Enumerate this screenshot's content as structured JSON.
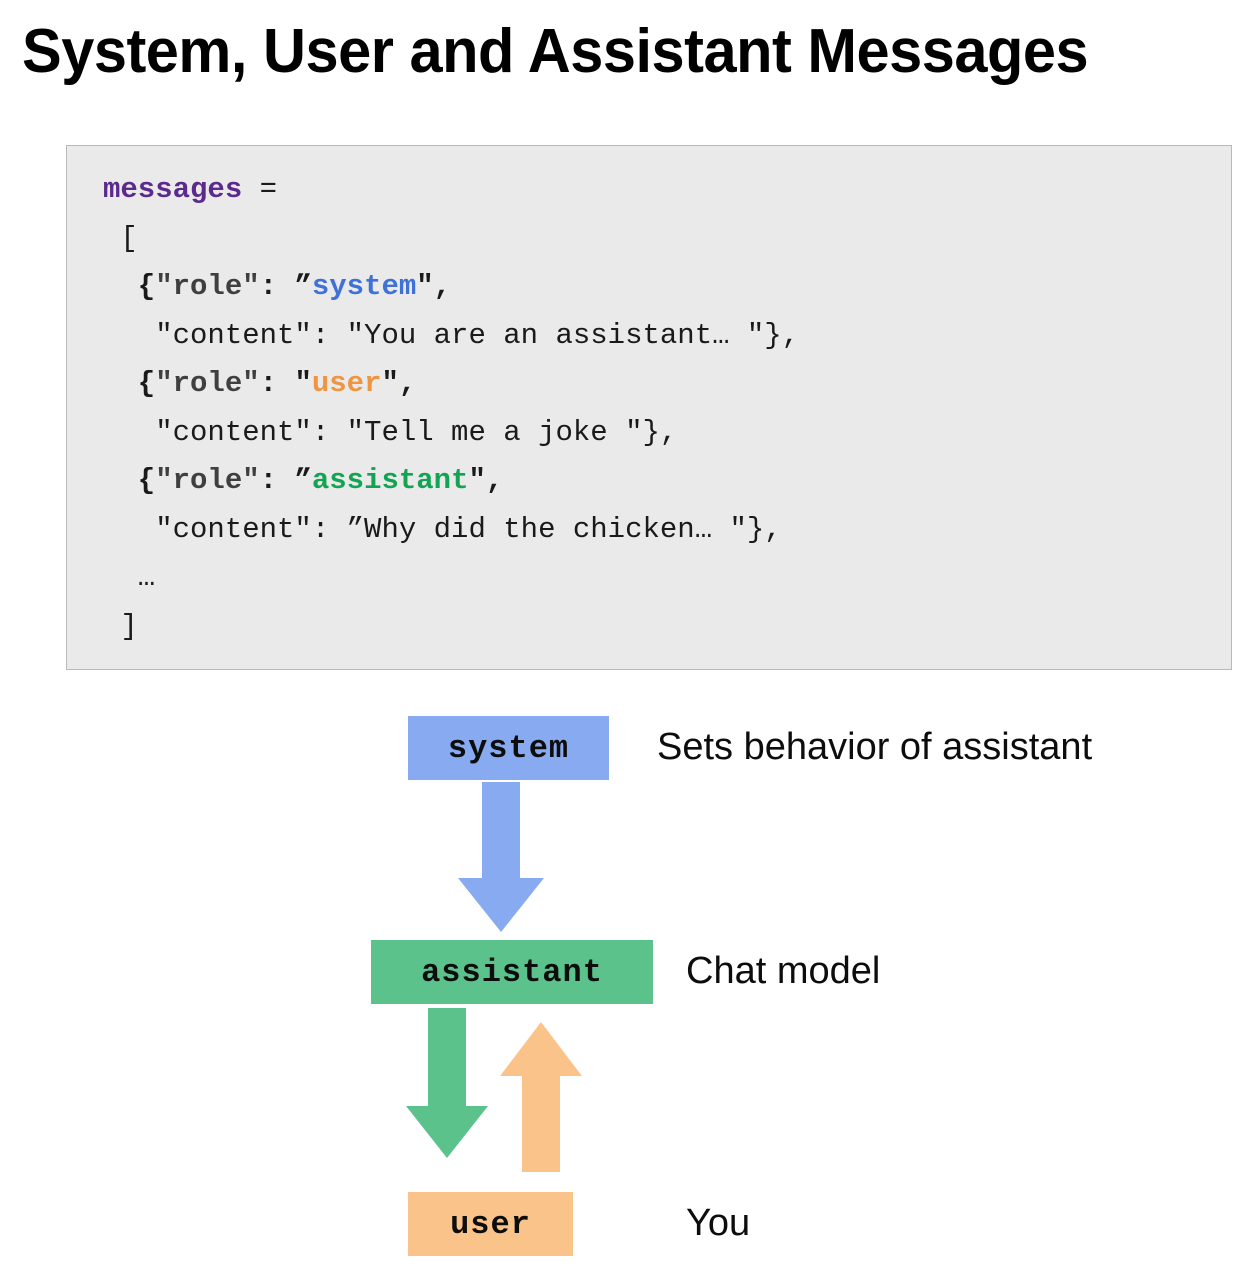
{
  "page": {
    "title": "System, User and Assistant Messages",
    "background": "#ffffff"
  },
  "colors": {
    "system": "#88aaf0",
    "assistant": "#5cc28c",
    "user": "#fac389",
    "system_text": "#3f72d6",
    "assistant_text": "#12a452",
    "user_text": "#ef9440",
    "variable_text": "#5b2a8c",
    "code_background": "#eaeaea",
    "code_border": "#b9b9b9"
  },
  "code_block": {
    "language": "python",
    "lines": [
      {
        "id": "line-1",
        "tokens": [
          {
            "text": "messages",
            "style": "var"
          },
          {
            "text": " =",
            "style": "plain"
          }
        ]
      },
      {
        "id": "line-2",
        "tokens": [
          {
            "text": " [",
            "style": "plain"
          }
        ]
      },
      {
        "id": "line-3",
        "tokens": [
          {
            "text": "  {",
            "style": "punct"
          },
          {
            "text": "\"role\"",
            "style": "key"
          },
          {
            "text": ": ",
            "style": "punct"
          },
          {
            "text": "”",
            "style": "punct"
          },
          {
            "text": "system",
            "style": "sys"
          },
          {
            "text": "\",",
            "style": "punct"
          }
        ]
      },
      {
        "id": "line-4",
        "tokens": [
          {
            "text": "   \"content\": \"You are an assistant… \"},",
            "style": "plain"
          }
        ]
      },
      {
        "id": "line-5",
        "tokens": [
          {
            "text": "  {",
            "style": "punct"
          },
          {
            "text": "\"role\"",
            "style": "key"
          },
          {
            "text": ": ",
            "style": "punct"
          },
          {
            "text": "\"",
            "style": "punct"
          },
          {
            "text": "user",
            "style": "usr"
          },
          {
            "text": "\",",
            "style": "punct"
          }
        ]
      },
      {
        "id": "line-6",
        "tokens": [
          {
            "text": "   \"content\": \"Tell me a joke \"},",
            "style": "plain"
          }
        ]
      },
      {
        "id": "line-7",
        "tokens": [
          {
            "text": "  {",
            "style": "punct"
          },
          {
            "text": "\"role\"",
            "style": "key"
          },
          {
            "text": ": ",
            "style": "punct"
          },
          {
            "text": "”",
            "style": "punct"
          },
          {
            "text": "assistant",
            "style": "asn"
          },
          {
            "text": "\",",
            "style": "punct"
          }
        ]
      },
      {
        "id": "line-8",
        "tokens": [
          {
            "text": "   \"content\": ”Why did the chicken… \"},",
            "style": "plain"
          }
        ]
      },
      {
        "id": "line-9",
        "tokens": [
          {
            "text": "  …",
            "style": "plain"
          }
        ]
      },
      {
        "id": "line-10",
        "tokens": [
          {
            "text": " ]",
            "style": "plain"
          }
        ]
      }
    ]
  },
  "diagram": {
    "nodes": [
      {
        "id": "system",
        "label": "system",
        "description": "Sets behavior of assistant"
      },
      {
        "id": "assistant",
        "label": "assistant",
        "description": "Chat model"
      },
      {
        "id": "user",
        "label": "user",
        "description": "You"
      }
    ],
    "arrows": [
      {
        "id": "arrow-system-to-assistant",
        "from": "system",
        "to": "assistant",
        "direction": "down",
        "color": "#88aaf0"
      },
      {
        "id": "arrow-assistant-to-user",
        "from": "assistant",
        "to": "user",
        "direction": "down",
        "color": "#5cc28c"
      },
      {
        "id": "arrow-user-to-assistant",
        "from": "user",
        "to": "assistant",
        "direction": "up",
        "color": "#fac389"
      }
    ]
  }
}
